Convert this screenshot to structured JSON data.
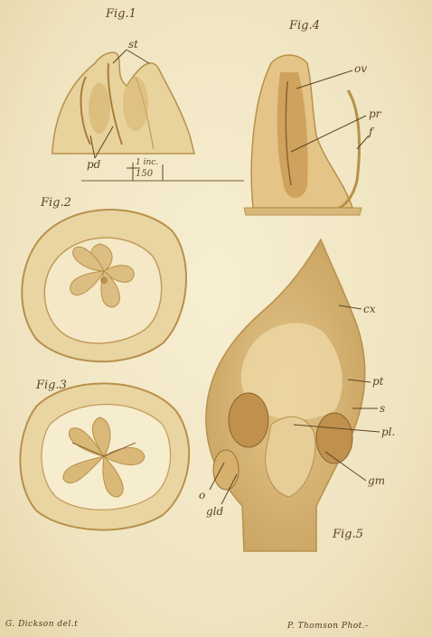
{
  "colors": {
    "paper": "#f1e8c8",
    "ink": "#5a4424",
    "tissue": "#d8b878",
    "tissue_dark": "#b8904a",
    "tissue_light": "#ecd9a6"
  },
  "labels": {
    "fig1": "Fig.1",
    "fig2": "Fig.2",
    "fig3": "Fig.3",
    "fig4": "Fig.4",
    "fig5": "Fig.5",
    "st": "st",
    "pd": "pd",
    "scale_top": "1 inc.",
    "scale_bottom": "150",
    "ov": "ov",
    "pr": "pr",
    "f": "f",
    "cx": "cx",
    "pt": "pt",
    "s": "s",
    "pl": "pl.",
    "gm": "gm",
    "o": "o",
    "gld": "gld"
  },
  "credits": {
    "left": "G. Dickson del.t",
    "right": "P. Thomson Phot.-"
  }
}
